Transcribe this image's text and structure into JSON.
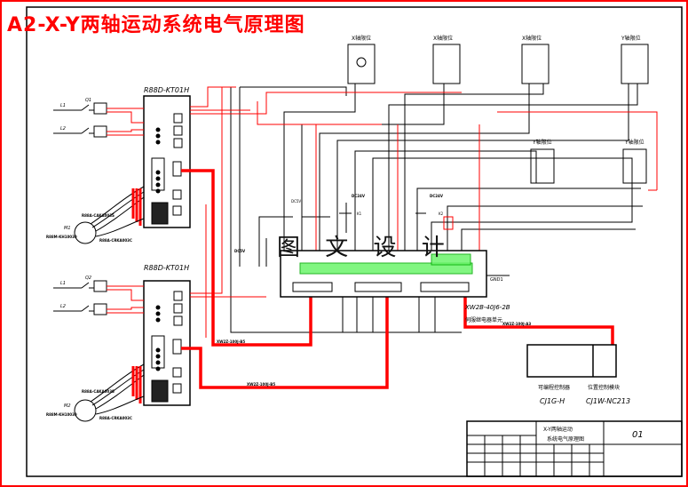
{
  "title": "A2-X-Y两轴运动系统电气原理图",
  "watermark": "图 文 设 计",
  "drivers": [
    {
      "model": "R88D-KT01H",
      "label_l1": "L1",
      "label_l2": "L2",
      "label_q": "Q1",
      "label_m": "M1",
      "cable_power": "R88A-CAKA003S",
      "cable_encoder": "R88A-CRKA003C",
      "motor": "R88M-KH10030"
    },
    {
      "model": "R88D-KT01H",
      "label_l1": "L1",
      "label_l2": "L2",
      "label_q": "Q2",
      "label_m": "M2",
      "cable_power": "R88A-CAKA003S",
      "cable_encoder": "R88A-CRKA003C",
      "motor": "R88M-KH10030"
    }
  ],
  "limit_switches_top": [
    "X轴限位",
    "X轴限位",
    "X轴限位",
    "Y轴限位"
  ],
  "limit_switches_mid": [
    "Y轴限位",
    "Y轴限位"
  ],
  "supply_labels": {
    "v1": "DC5V",
    "v2": "DC24V",
    "v3": "DC24V",
    "k1": "K1",
    "k2": "K2",
    "gnd": "GND1",
    "in": "DC5V"
  },
  "controller": {
    "model": "XW2B-40J6-2B",
    "desc": "伺服继电器单元"
  },
  "cable_labels": [
    "XW2Z-100J-B5",
    "XW2Z-100J-B5",
    "XW2Z-100J-A3"
  ],
  "plc": {
    "left_label": "可编程控制器",
    "left_model": "CJ1G-H",
    "right_label": "位置控制模块",
    "right_model": "CJ1W-NC213"
  },
  "title_block": {
    "name_line1": "X-Y两轴运动",
    "name_line2": "系统电气原理图",
    "drawing_no": "01"
  }
}
